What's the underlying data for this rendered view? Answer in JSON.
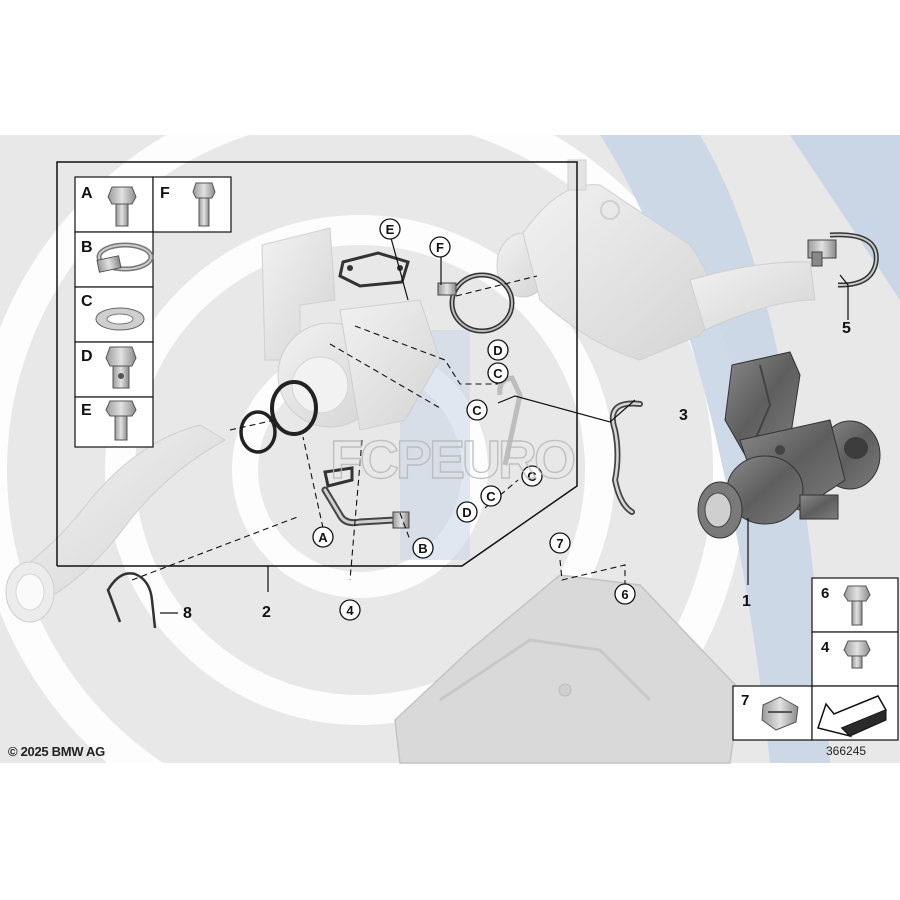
{
  "kit_legend": [
    {
      "letter": "A",
      "part": "bolt"
    },
    {
      "letter": "F",
      "part": "bolt"
    },
    {
      "letter": "B",
      "part": "hose-clamp"
    },
    {
      "letter": "C",
      "part": "sealing-ring"
    },
    {
      "letter": "D",
      "part": "banjo-bolt"
    },
    {
      "letter": "E",
      "part": "bolt"
    }
  ],
  "callout_letters": [
    "E",
    "F",
    "D",
    "C",
    "C",
    "A",
    "B",
    "C",
    "C",
    "D"
  ],
  "part_numbers": [
    "1",
    "2",
    "3",
    "4",
    "5",
    "6",
    "7",
    "8"
  ],
  "small_parts_panel": [
    {
      "number": "6",
      "part": "hex-bolt"
    },
    {
      "number": "4",
      "part": "hex-bolt"
    },
    {
      "number": "7",
      "part": "clip-nut"
    }
  ],
  "watermark": "FCPEURO",
  "footer": {
    "copyright": "© 2025 BMW AG",
    "diagram_id": "366245"
  },
  "colors": {
    "background": "#ffffff",
    "band": "#e8e8e8",
    "band_swirl": "#ffffff",
    "accent_blue": "#c9d6e6",
    "ghost_part": "#e2e2e2",
    "dark_part": "#6f6f6f",
    "line": "#111111"
  }
}
